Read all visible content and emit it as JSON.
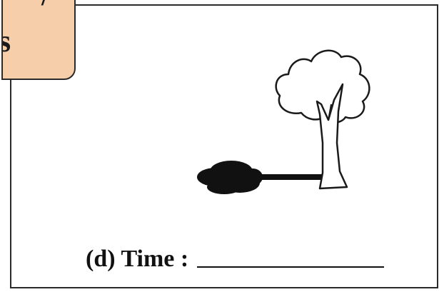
{
  "tab": {
    "letter": "s",
    "top_letter": "/"
  },
  "caption": {
    "label": "(d) Time :"
  },
  "figure": {
    "objects": [
      "tree",
      "shadow"
    ]
  }
}
